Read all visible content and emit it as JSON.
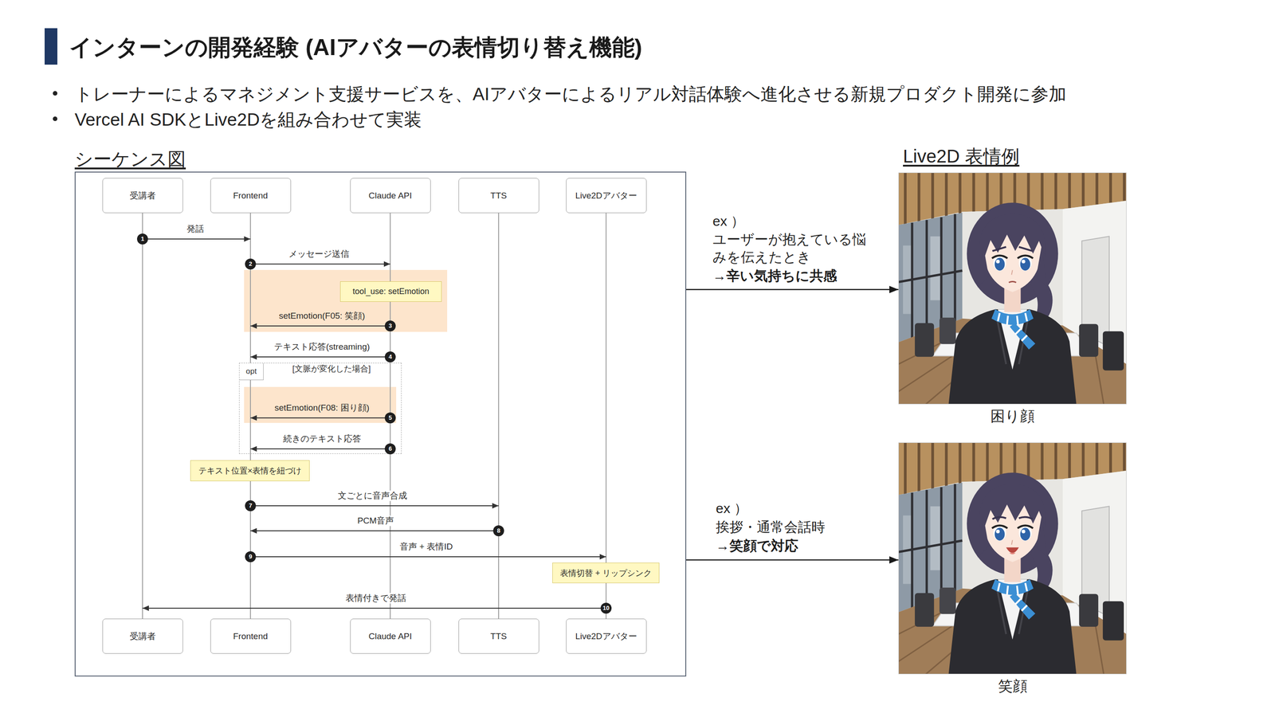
{
  "diagram": {
    "title": "インターンの開発経験 (AIアバターの表情切り替え機能)",
    "nodes": [
      {
        "text": [
          "シーケンス図"
        ]
      },
      {
        "text": [
          "受講者"
        ],
        "in": 0
      },
      {
        "text": [
          "Frontend"
        ],
        "in": 0
      },
      {
        "text": [
          "Claude API"
        ],
        "in": 0
      },
      {
        "text": [
          "TTS"
        ],
        "in": 0
      },
      {
        "text": [
          "Live2Dアバター"
        ],
        "in": 0
      },
      {
        "text": [
          "tool_use: setEmotion"
        ],
        "in": 0
      },
      {
        "text": [
          "opt",
          "[文脈が変化した場合]"
        ],
        "in": 0
      },
      {
        "text": [
          "テキスト位置×表情を紐づけ"
        ],
        "in": 0
      },
      {
        "text": [
          "表情切替 + リップシンク"
        ],
        "in": 0
      },
      {
        "text": [
          "受講者"
        ],
        "in": 0
      },
      {
        "text": [
          "Frontend"
        ],
        "in": 0
      },
      {
        "text": [
          "Claude API"
        ],
        "in": 0
      },
      {
        "text": [
          "TTS"
        ],
        "in": 0
      },
      {
        "text": [
          "Live2Dアバター"
        ],
        "in": 0
      },
      {
        "text": [
          "困り顔"
        ]
      },
      {
        "text": [
          "笑顔"
        ]
      }
    ],
    "edges": [
      {
        "from": 1,
        "to": 2,
        "label": "発話",
        "arrow": "to"
      },
      {
        "from": 2,
        "to": 3,
        "label": "メッセージ送信",
        "arrow": "to"
      },
      {
        "from": 3,
        "to": 2,
        "label": "setEmotion(F05: 笑顔)",
        "arrow": "to"
      },
      {
        "from": 3,
        "to": 2,
        "label": "テキスト応答(streaming)",
        "arrow": "to"
      },
      {
        "from": 3,
        "to": 2,
        "label": "setEmotion(F08: 困り顔)",
        "arrow": "to"
      },
      {
        "from": 3,
        "to": 2,
        "label": "続きのテキスト応答",
        "arrow": "to"
      },
      {
        "from": 2,
        "to": 4,
        "label": "文ごとに音声合成",
        "arrow": "to"
      },
      {
        "from": 4,
        "to": 2,
        "label": "PCM音声",
        "arrow": "to"
      },
      {
        "from": 2,
        "to": 5,
        "label": "音声 + 表情ID",
        "arrow": "to"
      },
      {
        "from": 5,
        "to": 1,
        "label": "表情付きで発話",
        "arrow": "to"
      },
      {
        "from": 0,
        "to": 15,
        "label": "→辛い気持ちに共感",
        "arrow": "to"
      },
      {
        "from": 0,
        "to": 16,
        "label": "→笑顔で対応",
        "arrow": "to"
      }
    ],
    "labels": [
      "トレーナーによるマネジメント支援サービスを、AIアバターによるリアル対話体験へ進化させる新規プロダクト開発に参加",
      "Vercel AI SDKとLive2Dを組み合わせて実装",
      "Live2D 表情例",
      "ex ）",
      "ユーザーが抱えている悩みを伝えたとき",
      "ex ）",
      "挨拶・通常会話時",
      "1",
      "2",
      "3",
      "4",
      "5",
      "6",
      "7",
      "8",
      "9",
      "10"
    ]
  }
}
